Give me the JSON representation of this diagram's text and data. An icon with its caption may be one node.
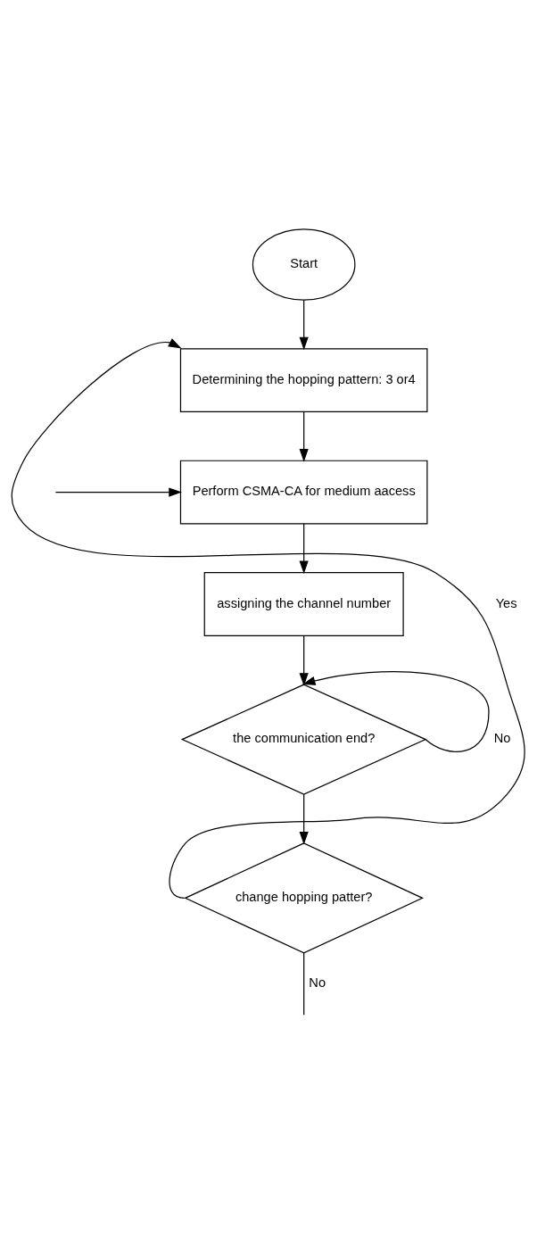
{
  "diagram": {
    "nodes": [
      {
        "text": [
          "Start"
        ]
      },
      {
        "text": [
          "Determining the hopping pattern: 3 or4"
        ]
      },
      {
        "text": [
          "Perform CSMA-CA for medium aacess"
        ]
      },
      {
        "text": [
          "assigning the channel number"
        ]
      },
      {
        "text": [
          "the communication end?"
        ]
      },
      {
        "text": [
          "change hopping patter?"
        ]
      }
    ],
    "edges": [
      {
        "from": 0,
        "to": 1,
        "arrow": "to"
      },
      {
        "from": 1,
        "to": 2,
        "arrow": "to"
      },
      {
        "from": null,
        "to": 2,
        "arrow": "to"
      },
      {
        "from": 2,
        "to": 3,
        "arrow": "to"
      },
      {
        "from": 3,
        "to": 4,
        "arrow": "to"
      },
      {
        "from": 4,
        "to": 4,
        "arrow": "to",
        "label": "No"
      },
      {
        "from": 4,
        "to": 5,
        "arrow": "to"
      },
      {
        "from": 5,
        "to": 1,
        "arrow": "to",
        "label": "Yes"
      },
      {
        "from": 5,
        "to": null,
        "arrow": "none",
        "label": "No"
      }
    ]
  }
}
